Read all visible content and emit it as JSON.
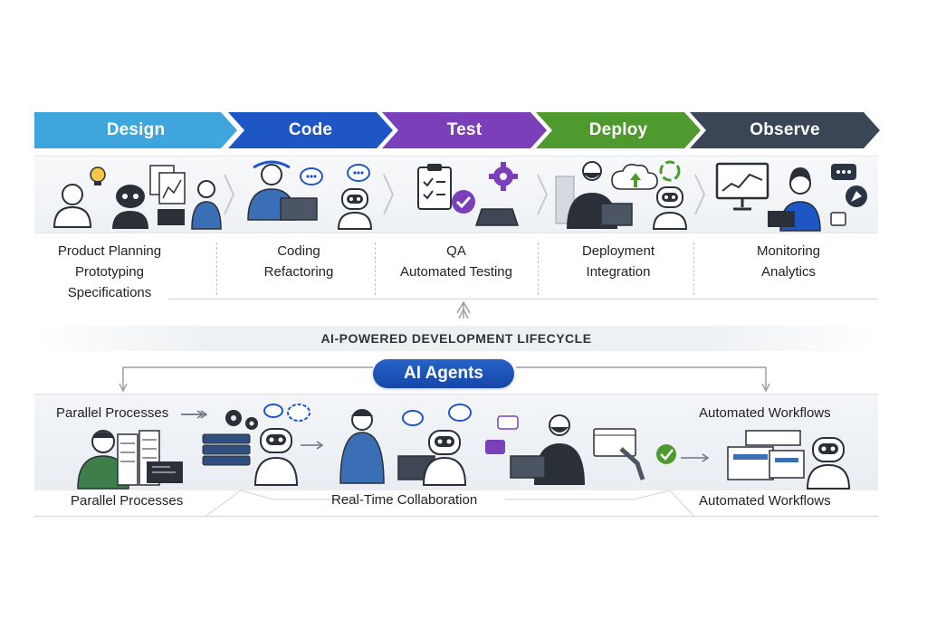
{
  "phases": [
    {
      "label": "Design",
      "color": "#3ea6dd",
      "items": [
        "Product Planning",
        "Prototyping",
        "Specifications"
      ]
    },
    {
      "label": "Code",
      "color": "#1f56c6",
      "items": [
        "Coding",
        "Refactoring"
      ]
    },
    {
      "label": "Test",
      "color": "#7b3fb9",
      "items": [
        "QA",
        "Automated Testing"
      ]
    },
    {
      "label": "Deploy",
      "color": "#4e9a2e",
      "items": [
        "Deployment",
        "Integration"
      ]
    },
    {
      "label": "Observe",
      "color": "#3a4656",
      "items": [
        "Monitoring",
        "Analytics"
      ]
    }
  ],
  "banner": "AI-POWERED DEVELOPMENT LIFECYCLE",
  "agents_label": "AI Agents",
  "bottom": {
    "top_left": "Parallel Processes",
    "top_right": "Automated Workflows",
    "foot_left": "Parallel Processes",
    "foot_center": "Real-Time Collaboration",
    "foot_right": "Automated Workflows"
  },
  "colors": {
    "accent_blue": "#1f56c6",
    "purple": "#7b3fb9",
    "green": "#4e9a2e",
    "navy": "#2b3444"
  }
}
